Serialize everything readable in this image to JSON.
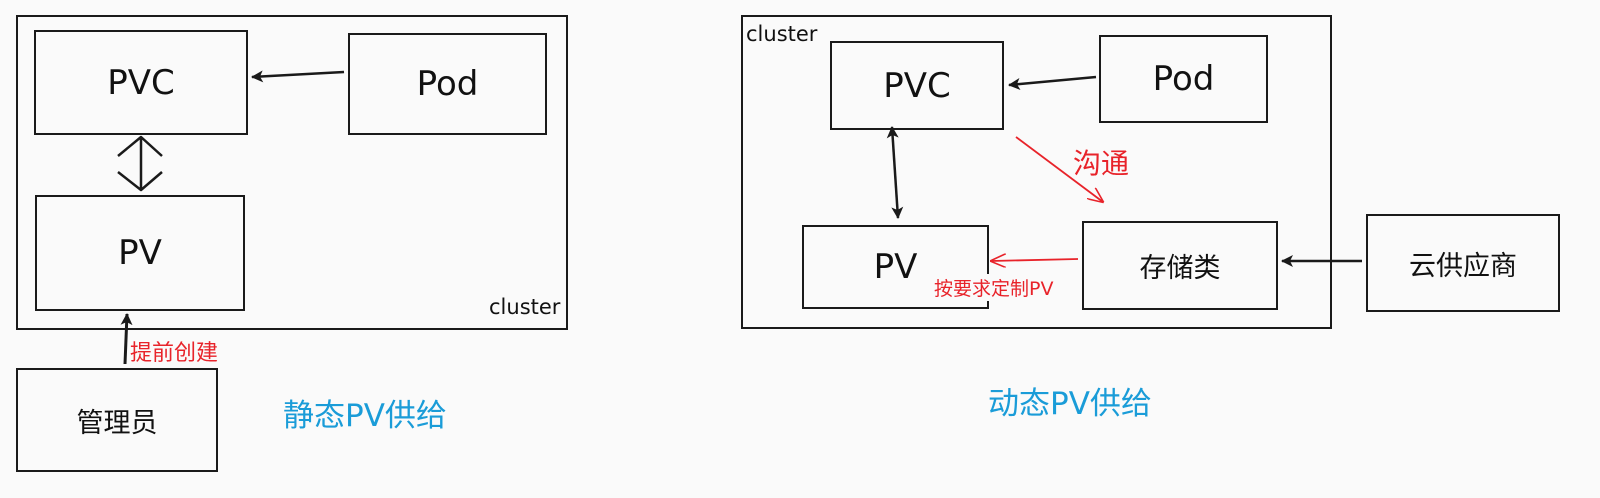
{
  "static": {
    "cluster_label": "cluster",
    "pvc": "PVC",
    "pod": "Pod",
    "pv": "PV",
    "admin": "管理员",
    "create_ahead": "提前创建",
    "caption": "静态PV供给"
  },
  "dynamic": {
    "cluster_label": "cluster",
    "pvc": "PVC",
    "pod": "Pod",
    "pv": "PV",
    "storage_class": "存储类",
    "cloud_provider": "云供应商",
    "communicate": "沟通",
    "customize_pv": "按要求定制PV",
    "caption": "动态PV供给"
  },
  "colors": {
    "line": "#1a1a1a",
    "annotation_red": "#e8232a",
    "caption_blue": "#1a9cd8"
  }
}
